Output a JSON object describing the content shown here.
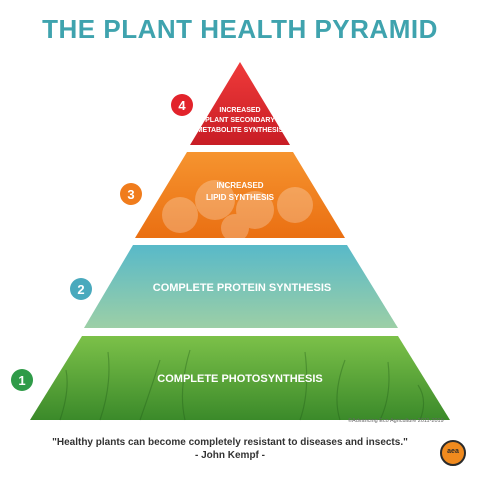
{
  "title": "THE PLANT HEALTH PYRAMID",
  "tiers": [
    {
      "number": "4",
      "lines": [
        "INCREASED",
        "PLANT SECONDARY",
        "METABOLITE SYNTHESIS"
      ],
      "color": "#e2232b",
      "badge_color": "#e2232b"
    },
    {
      "number": "3",
      "lines": [
        "INCREASED",
        "LIPID SYNTHESIS"
      ],
      "color": "#f07c1c",
      "badge_color": "#f07c1c"
    },
    {
      "number": "2",
      "lines": [
        "COMPLETE PROTEIN SYNTHESIS"
      ],
      "color": "#5ab7c4",
      "badge_color": "#49a9bd"
    },
    {
      "number": "1",
      "lines": [
        "COMPLETE PHOTOSYNTHESIS"
      ],
      "color": "#5aa339",
      "badge_color": "#2f9b48"
    }
  ],
  "copyright": "©Advancing Eco Agriculture  2011-2019",
  "quote": "\"Healthy plants can become completely resistant to diseases and insects.\"",
  "quote_author": "- John Kempf -",
  "logo_text": "aea"
}
